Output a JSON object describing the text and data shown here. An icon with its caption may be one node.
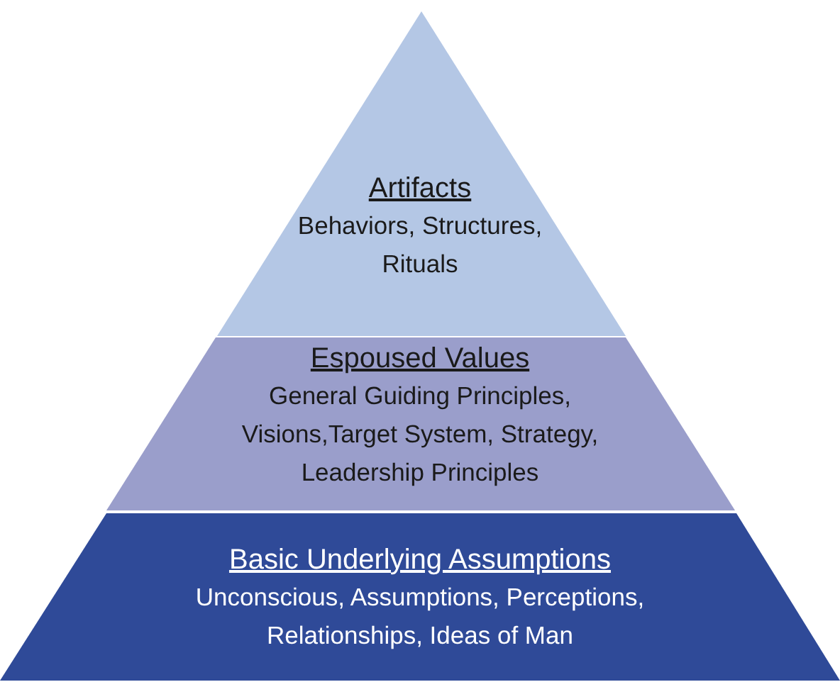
{
  "diagram": {
    "nodes": [
      {
        "text": [
          "Artifacts",
          "Behaviors, Structures, Rituals"
        ]
      },
      {
        "text": [
          "Espoused Values",
          "General Guiding Principles, Visions,Target System, Strategy, Leadership Principles"
        ]
      },
      {
        "text": [
          "Basic Underlying Assumptions",
          "Unconscious, Assumptions, Perceptions, Relationships, Ideas of Man"
        ]
      }
    ],
    "edges": []
  }
}
